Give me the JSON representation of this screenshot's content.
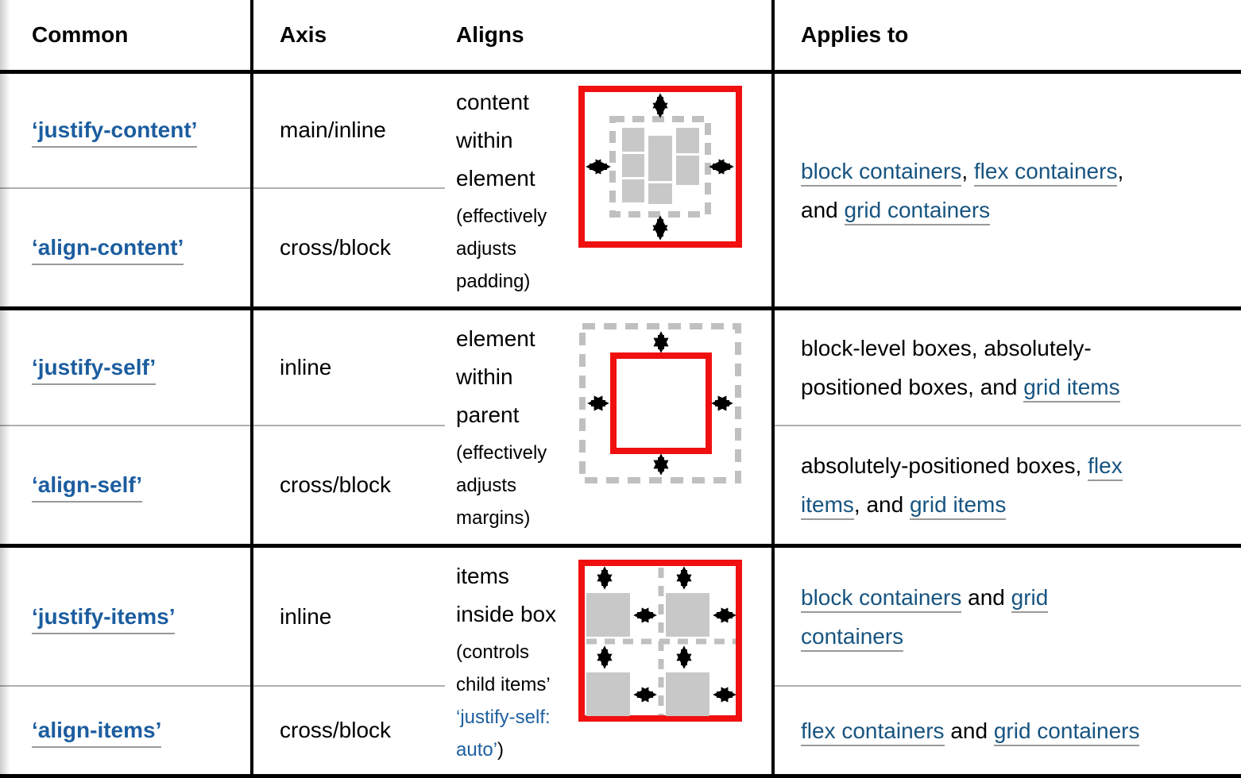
{
  "header": {
    "common": "Common",
    "axis": "Axis",
    "aligns": "Aligns",
    "applies_to": "Applies to"
  },
  "colors": {
    "property_link": "#1c5d9f",
    "text_link": "#175480",
    "note_link": "#1c5f9f",
    "link_underline": "#999999",
    "diagram_red": "#f01010",
    "diagram_block_gray": "#c8c8c8",
    "diagram_dashed_gray": "#c0c0c0",
    "table_border": "#000000",
    "row_divider": "#b0b0b0"
  },
  "groups": [
    {
      "rows": [
        {
          "property": "‘justify-content’",
          "axis": "main/inline"
        },
        {
          "property": "‘align-content’",
          "axis": "cross/block"
        }
      ],
      "aligns": {
        "main": "content\nwithin\nelement",
        "note_plain": "(effectively\nadjusts\npadding)",
        "diagram": "content-within-element-diagram"
      },
      "applies": [
        {
          "segments": [
            {
              "text": "block containers"
            },
            {
              "text": ", "
            },
            {
              "text": "flex containers"
            },
            {
              "text": ",\nand "
            },
            {
              "text": "grid containers"
            }
          ]
        }
      ]
    },
    {
      "rows": [
        {
          "property": "‘justify-self’",
          "axis": "inline"
        },
        {
          "property": "‘align-self’",
          "axis": "cross/block"
        }
      ],
      "aligns": {
        "main": "element\nwithin\nparent",
        "note_plain": "(effectively\nadjusts\nmargins)",
        "diagram": "element-within-parent-diagram"
      },
      "applies": [
        {
          "segments": [
            {
              "text": "block-level boxes, absolutely-\npositioned boxes, and "
            },
            {
              "text": "grid items"
            }
          ]
        },
        {
          "segments": [
            {
              "text": "absolutely-positioned boxes, "
            },
            {
              "text": "flex\nitems"
            },
            {
              "text": ", and "
            },
            {
              "text": "grid items"
            }
          ]
        }
      ]
    },
    {
      "rows": [
        {
          "property": "‘justify-items’",
          "axis": "inline"
        },
        {
          "property": "‘align-items’",
          "axis": "cross/block"
        }
      ],
      "aligns": {
        "main": "items\ninside box",
        "note_pre": "(controls\nchild items’\n",
        "note_link": "‘justify-self:\nauto’",
        "note_post": ")",
        "diagram": "items-inside-box-diagram"
      },
      "applies": [
        {
          "segments": [
            {
              "text": "block containers"
            },
            {
              "text": " and "
            },
            {
              "text": "grid\ncontainers"
            }
          ]
        },
        {
          "segments": [
            {
              "text": "flex containers"
            },
            {
              "text": " and "
            },
            {
              "text": "grid containers"
            }
          ]
        }
      ]
    }
  ]
}
